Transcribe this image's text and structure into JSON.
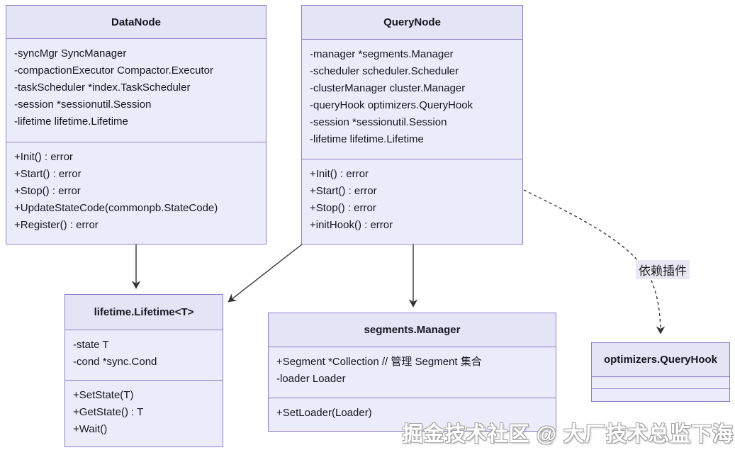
{
  "diagram": {
    "type": "uml-class-diagram",
    "classes": [
      {
        "name": "DataNode",
        "attributes": [
          "-syncMgr SyncManager",
          "-compactionExecutor Compactor.Executor",
          "-taskScheduler *index.TaskScheduler",
          "-session *sessionutil.Session",
          "-lifetime lifetime.Lifetime"
        ],
        "methods": [
          "+Init() : error",
          "+Start() : error",
          "+Stop() : error",
          "+UpdateStateCode(commonpb.StateCode)",
          "+Register() : error"
        ]
      },
      {
        "name": "QueryNode",
        "attributes": [
          "-manager *segments.Manager",
          "-scheduler scheduler.Scheduler",
          "-clusterManager cluster.Manager",
          "-queryHook optimizers.QueryHook",
          "-session *sessionutil.Session",
          "-lifetime lifetime.Lifetime"
        ],
        "methods": [
          "+Init() : error",
          "+Start() : error",
          "+Stop() : error",
          "+initHook() : error"
        ]
      },
      {
        "name": "lifetime.Lifetime<T>",
        "attributes": [
          "-state T",
          "-cond *sync.Cond"
        ],
        "methods": [
          "+SetState(T)",
          "+GetState() : T",
          "+Wait()"
        ]
      },
      {
        "name": "segments.Manager",
        "attributes": [
          "+Segment *Collection // 管理 Segment 集合",
          "-loader Loader"
        ],
        "methods": [
          "+SetLoader(Loader)"
        ]
      },
      {
        "name": "optimizers.QueryHook",
        "attributes": [],
        "methods": []
      }
    ],
    "edges": [
      {
        "from": "DataNode",
        "to": "lifetime.Lifetime<T>",
        "style": "solid",
        "label": ""
      },
      {
        "from": "QueryNode",
        "to": "lifetime.Lifetime<T>",
        "style": "solid",
        "label": ""
      },
      {
        "from": "QueryNode",
        "to": "segments.Manager",
        "style": "solid",
        "label": ""
      },
      {
        "from": "QueryNode",
        "to": "optimizers.QueryHook",
        "style": "dashed",
        "label": "依赖插件"
      }
    ],
    "edge_label": "依赖插件",
    "watermark": "掘金技术社区 @ 大厂技术总监下海",
    "colors": {
      "box_header": "#e5e4f6",
      "box_body": "#ecebfa",
      "border": "#8f7ec8",
      "arrow": "#333333",
      "label_bg": "#e9e8f2",
      "background": "#ffffff"
    }
  }
}
